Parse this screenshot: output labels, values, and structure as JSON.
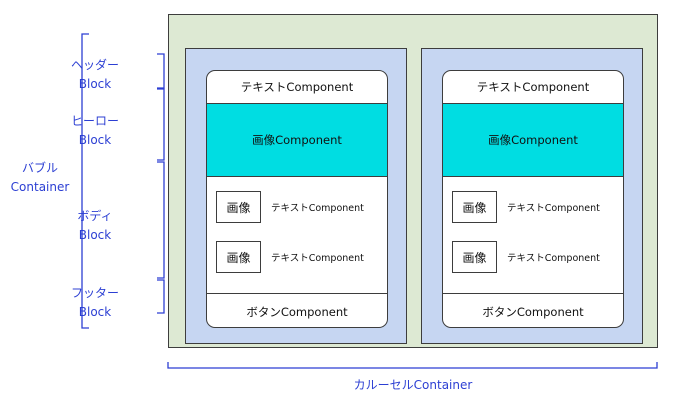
{
  "left_labels": {
    "header": {
      "line1": "ヘッダー",
      "line2": "Block"
    },
    "hero": {
      "line1": "ヒーロー",
      "line2": "Block"
    },
    "body": {
      "line1": "ボディ",
      "line2": "Block"
    },
    "footer": {
      "line1": "フッター",
      "line2": "Block"
    },
    "bubble": {
      "line1": "バブル",
      "line2": "Container"
    }
  },
  "carousel_label": "カルーセルContainer",
  "cards": [
    {
      "header_text": "テキストComponent",
      "hero_text": "画像Component",
      "body_rows": [
        {
          "image_label": "画像",
          "text": "テキストComponent"
        },
        {
          "image_label": "画像",
          "text": "テキストComponent"
        }
      ],
      "footer_text": "ボタンComponent"
    },
    {
      "header_text": "テキストComponent",
      "hero_text": "画像Component",
      "body_rows": [
        {
          "image_label": "画像",
          "text": "テキストComponent"
        },
        {
          "image_label": "画像",
          "text": "テキストComponent"
        }
      ],
      "footer_text": "ボタンComponent"
    }
  ],
  "colors": {
    "label_text": "#2c3fd3",
    "carousel_bg": "#dde9d3",
    "bubble_bg": "#c6d6f2",
    "hero_bg": "#00dde2",
    "bracket": "#2c3fd3"
  }
}
